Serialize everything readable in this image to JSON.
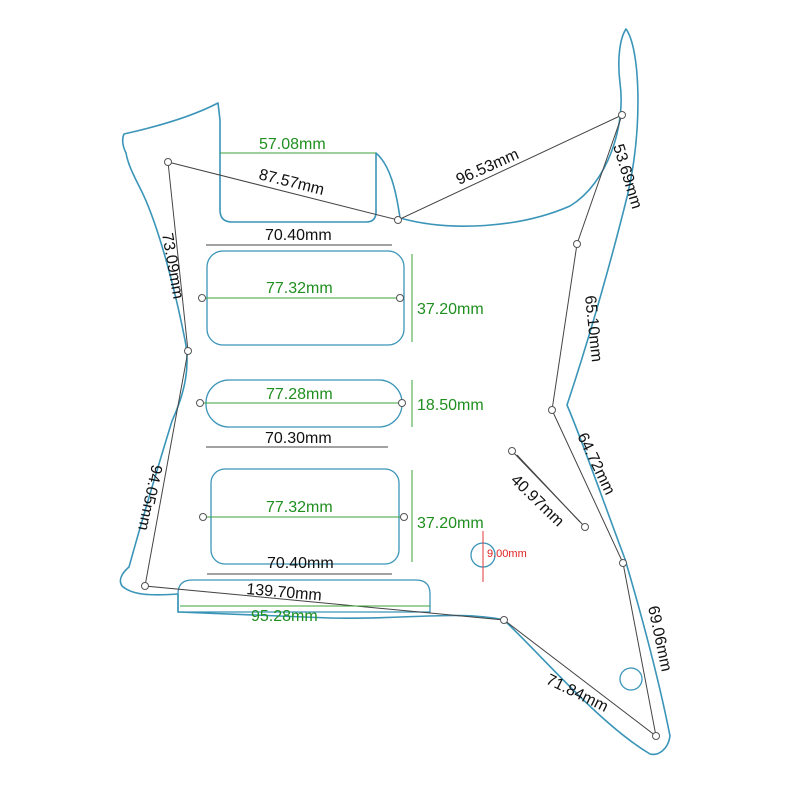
{
  "dimensions": {
    "top_cutout_width": "57.08mm",
    "upper_left_span": "87.57mm",
    "upper_right_span": "96.53mm",
    "right_upper_edge": "53.69mm",
    "neck_pickup_spacing": "70.40mm",
    "left_upper_edge": "73.09mm",
    "neck_pickup_mounting": "77.32mm",
    "neck_pickup_height": "37.20mm",
    "right_middle_edge": "65.10mm",
    "middle_pickup_mounting": "77.28mm",
    "middle_pickup_height": "18.50mm",
    "middle_pickup_spacing": "70.30mm",
    "right_lower_edge": "64.72mm",
    "switch_slot_length": "40.97mm",
    "left_lower_edge": "94.05mm",
    "bridge_pickup_mounting": "77.32mm",
    "bridge_pickup_height": "37.20mm",
    "jack_hole_diameter": "9.00mm",
    "bridge_pickup_spacing": "70.40mm",
    "bottom_span": "139.70mm",
    "bottom_cutout_width": "95.28mm",
    "lower_right_edge": "69.06mm",
    "bottom_right_span": "71.84mm"
  },
  "colors": {
    "outline": "#3a95b8",
    "dimension_dark": "#111111",
    "dimension_green": "#1f8f1f",
    "dimension_red": "#e02020"
  }
}
